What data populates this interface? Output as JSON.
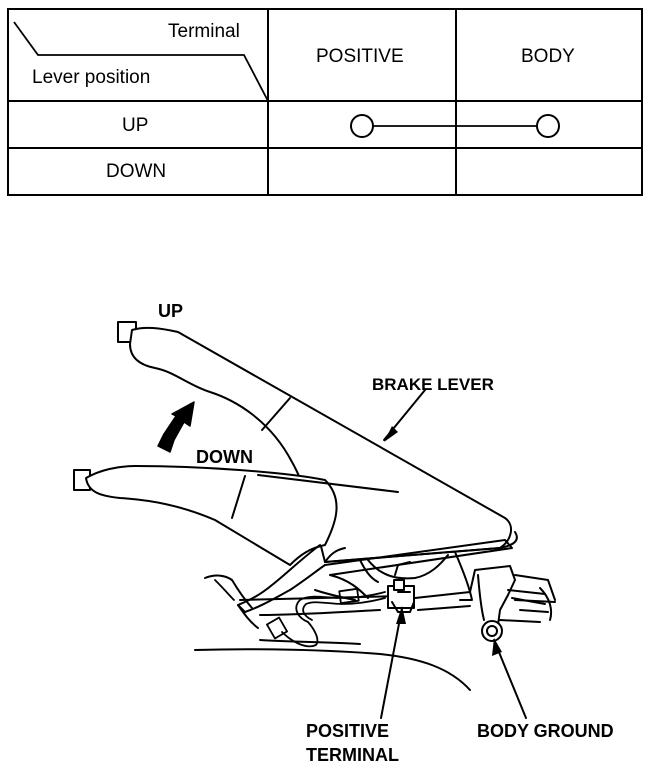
{
  "table": {
    "header": {
      "terminal_label": "Terminal",
      "lever_position_label": "Lever position",
      "columns": [
        "POSITIVE",
        "BODY"
      ]
    },
    "rows": [
      {
        "position": "UP",
        "continuity": "POSITIVE-BODY"
      },
      {
        "position": "DOWN",
        "continuity": ""
      }
    ]
  },
  "diagram": {
    "labels": {
      "up": "UP",
      "down": "DOWN",
      "brake_lever": "BRAKE LEVER",
      "positive_terminal_line1": "POSITIVE",
      "positive_terminal_line2": "TERMINAL",
      "body_ground": "BODY GROUND"
    }
  }
}
